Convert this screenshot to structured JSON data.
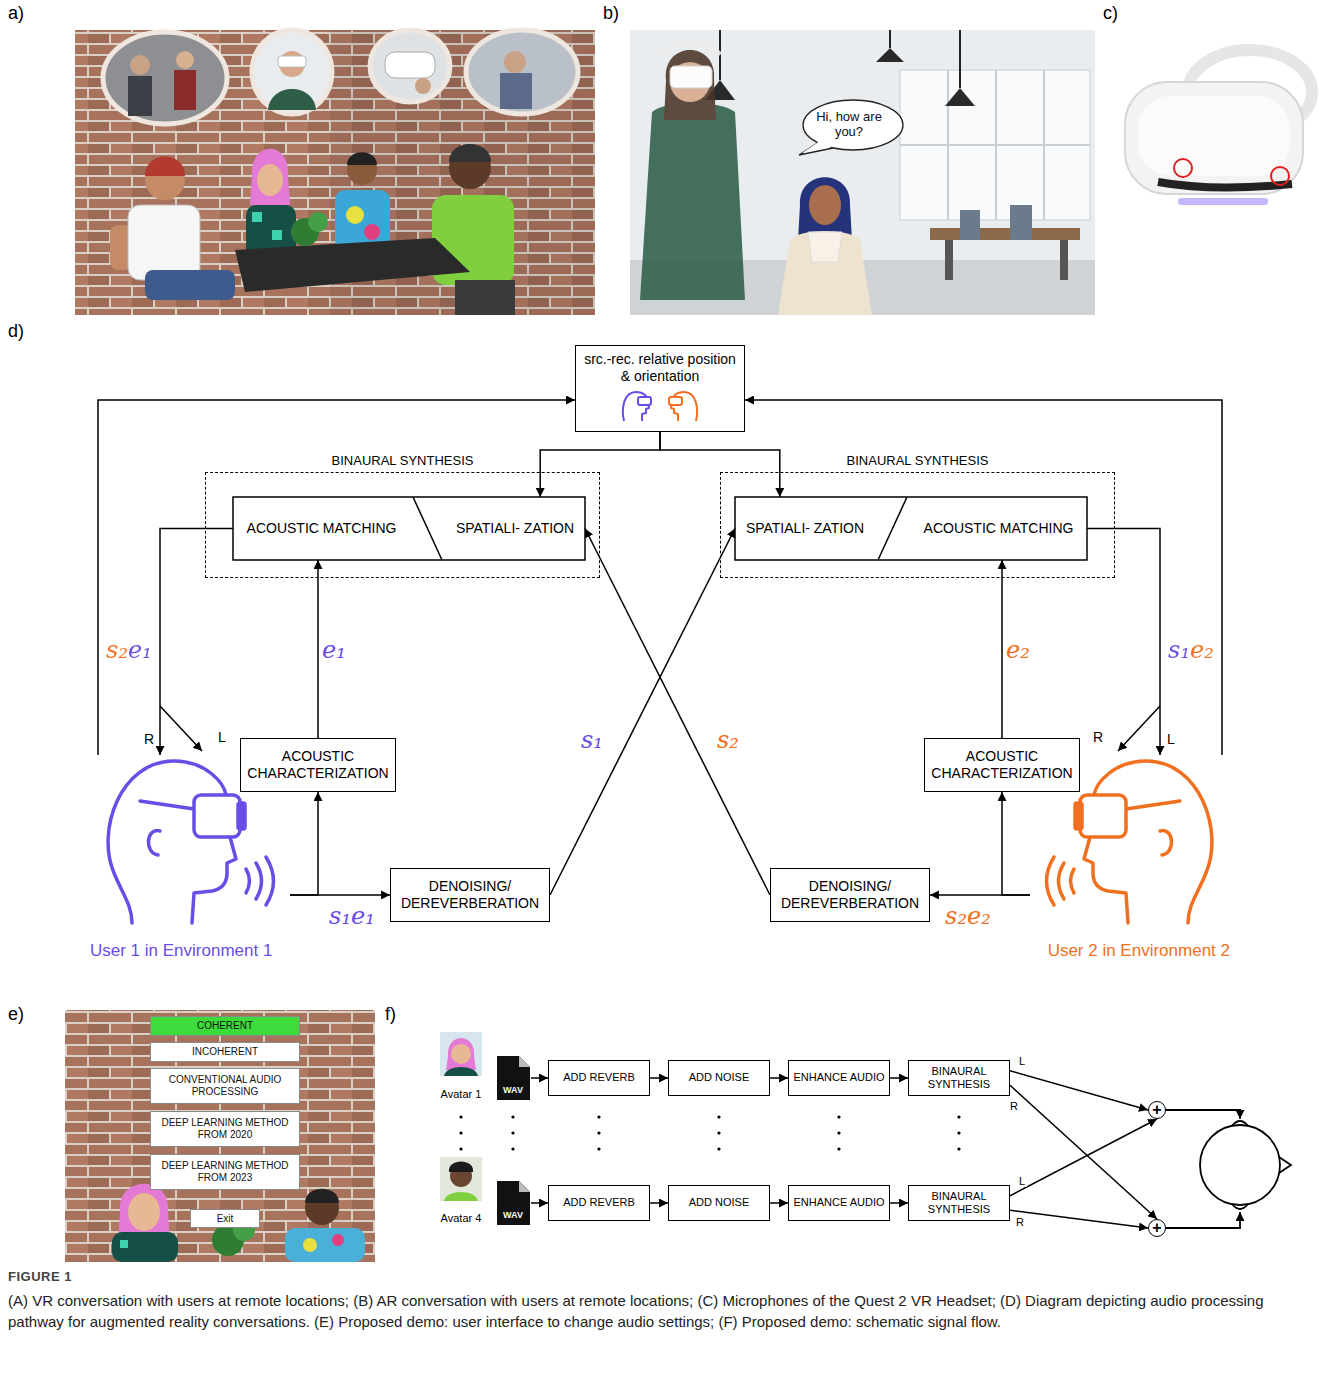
{
  "diagram": {
    "title": "FIGURE 1",
    "caption": "(A) VR conversation with users at remote locations; (B) AR conversation with users at remote locations; (C) Microphones of the Quest 2 VR Headset; (D) Diagram depicting audio processing pathway for augmented reality conversations. (E) Proposed demo: user interface to change audio settings; (F) Proposed demo: schematic signal flow.",
    "nodes": [
      {
        "text": [
          "Hi, how are you?"
        ]
      },
      {
        "text": [
          "src.-rec. relative position & orientation"
        ]
      },
      {
        "text": [
          "BINAURAL SYNTHESIS"
        ]
      },
      {
        "text": [
          "ACOUSTIC MATCHING"
        ],
        "in": 2
      },
      {
        "text": [
          "SPATIALI- ZATION"
        ],
        "in": 2
      },
      {
        "text": [
          "BINAURAL SYNTHESIS"
        ]
      },
      {
        "text": [
          "SPATIALI- ZATION"
        ],
        "in": 5
      },
      {
        "text": [
          "ACOUSTIC MATCHING"
        ],
        "in": 5
      },
      {
        "text": [
          "ACOUSTIC CHARACTERIZATION"
        ]
      },
      {
        "text": [
          "ACOUSTIC CHARACTERIZATION"
        ]
      },
      {
        "text": [
          "User 1 in Environment 1"
        ]
      },
      {
        "text": [
          "DENOISING/ DEREVERBERATION"
        ]
      },
      {
        "text": [
          "DENOISING/ DEREVERBERATION"
        ]
      },
      {
        "text": [
          "User 2 in Environment 2"
        ]
      },
      {
        "text": [
          "COHERENT"
        ]
      },
      {
        "text": [
          "INCOHERENT"
        ]
      },
      {
        "text": [
          "CONVENTIONAL AUDIO PROCESSING"
        ]
      },
      {
        "text": [
          "DEEP LEARNING METHOD FROM 2020"
        ]
      },
      {
        "text": [
          "DEEP LEARNING METHOD FROM 2023"
        ]
      },
      {
        "text": [
          "Exit"
        ]
      },
      {
        "text": [
          "WAV"
        ]
      },
      {
        "text": [
          "ADD REVERB"
        ]
      },
      {
        "text": [
          "ADD NOISE"
        ]
      },
      {
        "text": [
          "ENHANCE AUDIO"
        ]
      },
      {
        "text": [
          "BINAURAL SYNTHESIS"
        ]
      },
      {
        "text": [
          "+"
        ]
      },
      {
        "text": [
          "WAV"
        ]
      },
      {
        "text": [
          "ADD REVERB"
        ]
      },
      {
        "text": [
          "ADD NOISE"
        ]
      },
      {
        "text": [
          "ENHANCE AUDIO"
        ]
      },
      {
        "text": [
          "BINAURAL SYNTHESIS"
        ]
      },
      {
        "text": [
          "+"
        ]
      }
    ],
    "edges": [
      {
        "from": 10,
        "to": 1,
        "arrow": "to"
      },
      {
        "from": 13,
        "to": 1,
        "arrow": "to"
      },
      {
        "from": 1,
        "to": 4,
        "arrow": "to"
      },
      {
        "from": 1,
        "to": 6,
        "arrow": "to"
      },
      {
        "from": 3,
        "to": 10,
        "label": "s₂e₁",
        "arrow": "to"
      },
      {
        "from": 8,
        "to": 3,
        "label": "e₁",
        "arrow": "to"
      },
      {
        "from": 10,
        "to": 8,
        "arrow": "to"
      },
      {
        "from": 10,
        "to": 11,
        "label": "s₁e₁",
        "arrow": "to"
      },
      {
        "from": 11,
        "to": 6,
        "label": "s₁",
        "arrow": "to"
      },
      {
        "from": 12,
        "to": 4,
        "label": "s₂",
        "arrow": "to"
      },
      {
        "from": 9,
        "to": 7,
        "label": "e₂",
        "arrow": "to"
      },
      {
        "from": 13,
        "to": 9,
        "arrow": "to"
      },
      {
        "from": 13,
        "to": 12,
        "label": "s₂e₂",
        "arrow": "to"
      },
      {
        "from": 7,
        "to": 13,
        "label": "s₁e₂",
        "arrow": "to"
      },
      {
        "from": 20,
        "to": 21,
        "arrow": "to"
      },
      {
        "from": 21,
        "to": 22,
        "arrow": "to"
      },
      {
        "from": 22,
        "to": 23,
        "arrow": "to"
      },
      {
        "from": 23,
        "to": 24,
        "arrow": "to"
      },
      {
        "from": 24,
        "to": 25,
        "label": "L",
        "arrow": "to"
      },
      {
        "from": 24,
        "to": 31,
        "label": "R",
        "arrow": "to"
      },
      {
        "from": 26,
        "to": 27,
        "arrow": "to"
      },
      {
        "from": 27,
        "to": 28,
        "arrow": "to"
      },
      {
        "from": 28,
        "to": 29,
        "arrow": "to"
      },
      {
        "from": 29,
        "to": 30,
        "arrow": "to"
      },
      {
        "from": 30,
        "to": 25,
        "label": "L",
        "arrow": "to"
      },
      {
        "from": 30,
        "to": 31,
        "label": "R",
        "arrow": "to"
      }
    ],
    "labels": [
      "a)",
      "b)",
      "c)",
      "d)",
      "R",
      "L",
      "R",
      "L",
      "e)",
      "f)",
      "Avatar 1",
      "Avatar 4"
    ]
  }
}
